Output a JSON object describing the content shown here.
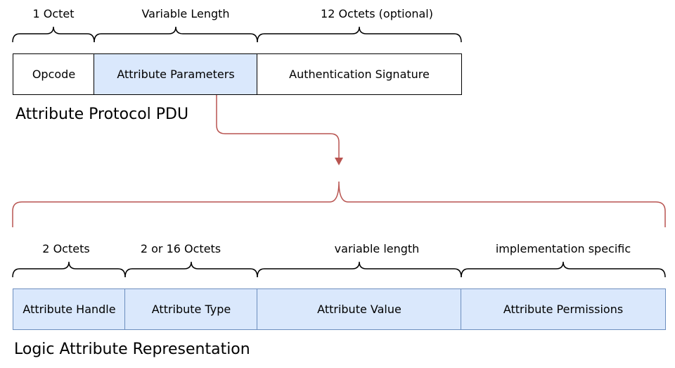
{
  "pdu": {
    "fields": [
      {
        "label": "Opcode",
        "size": "1 Octet",
        "highlight": false
      },
      {
        "label": "Attribute Parameters",
        "size": "Variable Length",
        "highlight": true
      },
      {
        "label": "Authentication Signature",
        "size": "12 Octets (optional)",
        "highlight": false
      }
    ],
    "caption": "Attribute Protocol PDU"
  },
  "attribute": {
    "fields": [
      {
        "label": "Attribute Handle",
        "size": "2 Octets"
      },
      {
        "label": "Attribute Type",
        "size": "2 or 16 Octets"
      },
      {
        "label": "Attribute Value",
        "size": "variable length"
      },
      {
        "label": "Attribute Permissions",
        "size": "implementation specific"
      }
    ],
    "caption": "Logic Attribute Representation"
  },
  "colors": {
    "highlight_fill": "#dae8fc",
    "highlight_border": "#6c8ebf",
    "connector": "#b85450"
  }
}
